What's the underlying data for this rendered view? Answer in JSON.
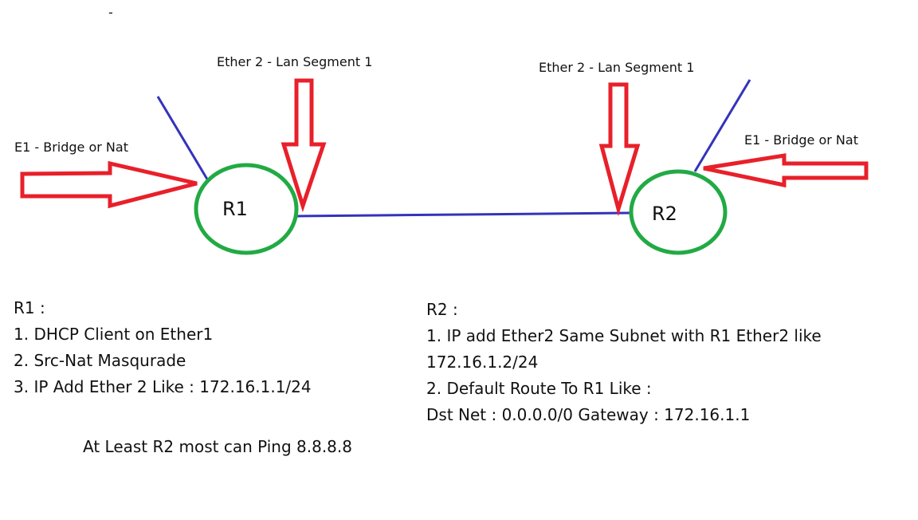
{
  "stray_mark": "-",
  "colors": {
    "arrow": "#e8202a",
    "link": "#3333bb",
    "node_ring": "#22aa44",
    "text": "#111111"
  },
  "nodes": {
    "r1": {
      "label": "R1"
    },
    "r2": {
      "label": "R2"
    }
  },
  "labels": {
    "r1_e1": "E1 - Bridge or Nat",
    "r1_ether2": "Ether 2 - Lan Segment 1",
    "r2_ether2": "Ether 2 - Lan Segment 1",
    "r2_e1": "E1 - Bridge or Nat"
  },
  "notes": {
    "r1": {
      "heading": "R1 :",
      "lines": [
        "1. DHCP Client on Ether1",
        "2. Src-Nat Masqurade",
        "3. IP Add Ether 2 Like : 172.16.1.1/24"
      ]
    },
    "r2": {
      "heading": "R2 :",
      "lines": [
        "1. IP add Ether2 Same Subnet with R1 Ether2 like",
        "172.16.1.2/24",
        "2. Default Route To R1 Like :",
        "Dst Net : 0.0.0.0/0 Gateway : 172.16.1.1"
      ]
    }
  },
  "footer": "At Least R2 most can Ping 8.8.8.8"
}
